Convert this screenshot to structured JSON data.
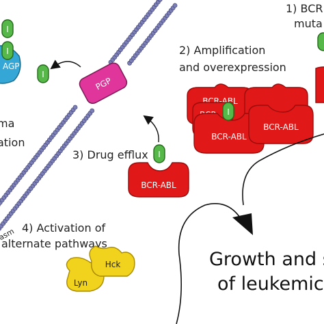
{
  "labels": {
    "mutation_line1": "1) BCR",
    "mutation_line2": "muta",
    "amplification_line1": "2) Amplification",
    "amplification_line2": "and overexpression",
    "efflux": "3) Drug efflux",
    "alternate_line1": "4) Activation of",
    "alternate_line2": "alternate pathways",
    "plasma_line1": "ma",
    "plasma_line2": "ation",
    "cytoplasm": "lasm",
    "agp": "AGP",
    "growth_line1": "Growth and s",
    "growth_line2": "of leukemic"
  },
  "proteins": {
    "pgp": "PGP",
    "bcr_abl": "BCR-ABL",
    "bcr_abl_partial": "BCR-",
    "hck": "Hck",
    "lyn": "Lyn",
    "inhibitor": "I"
  },
  "colors": {
    "bcr_abl": "#e01818",
    "bcr_abl_dark": "#9b0c0c",
    "pgp": "#e0359a",
    "inhibitor": "#57b84a",
    "membrane": "#7b7fb5",
    "kinase": "#f1d21c",
    "kinase_dark": "#c8a200",
    "agp": "#35a7d6"
  }
}
